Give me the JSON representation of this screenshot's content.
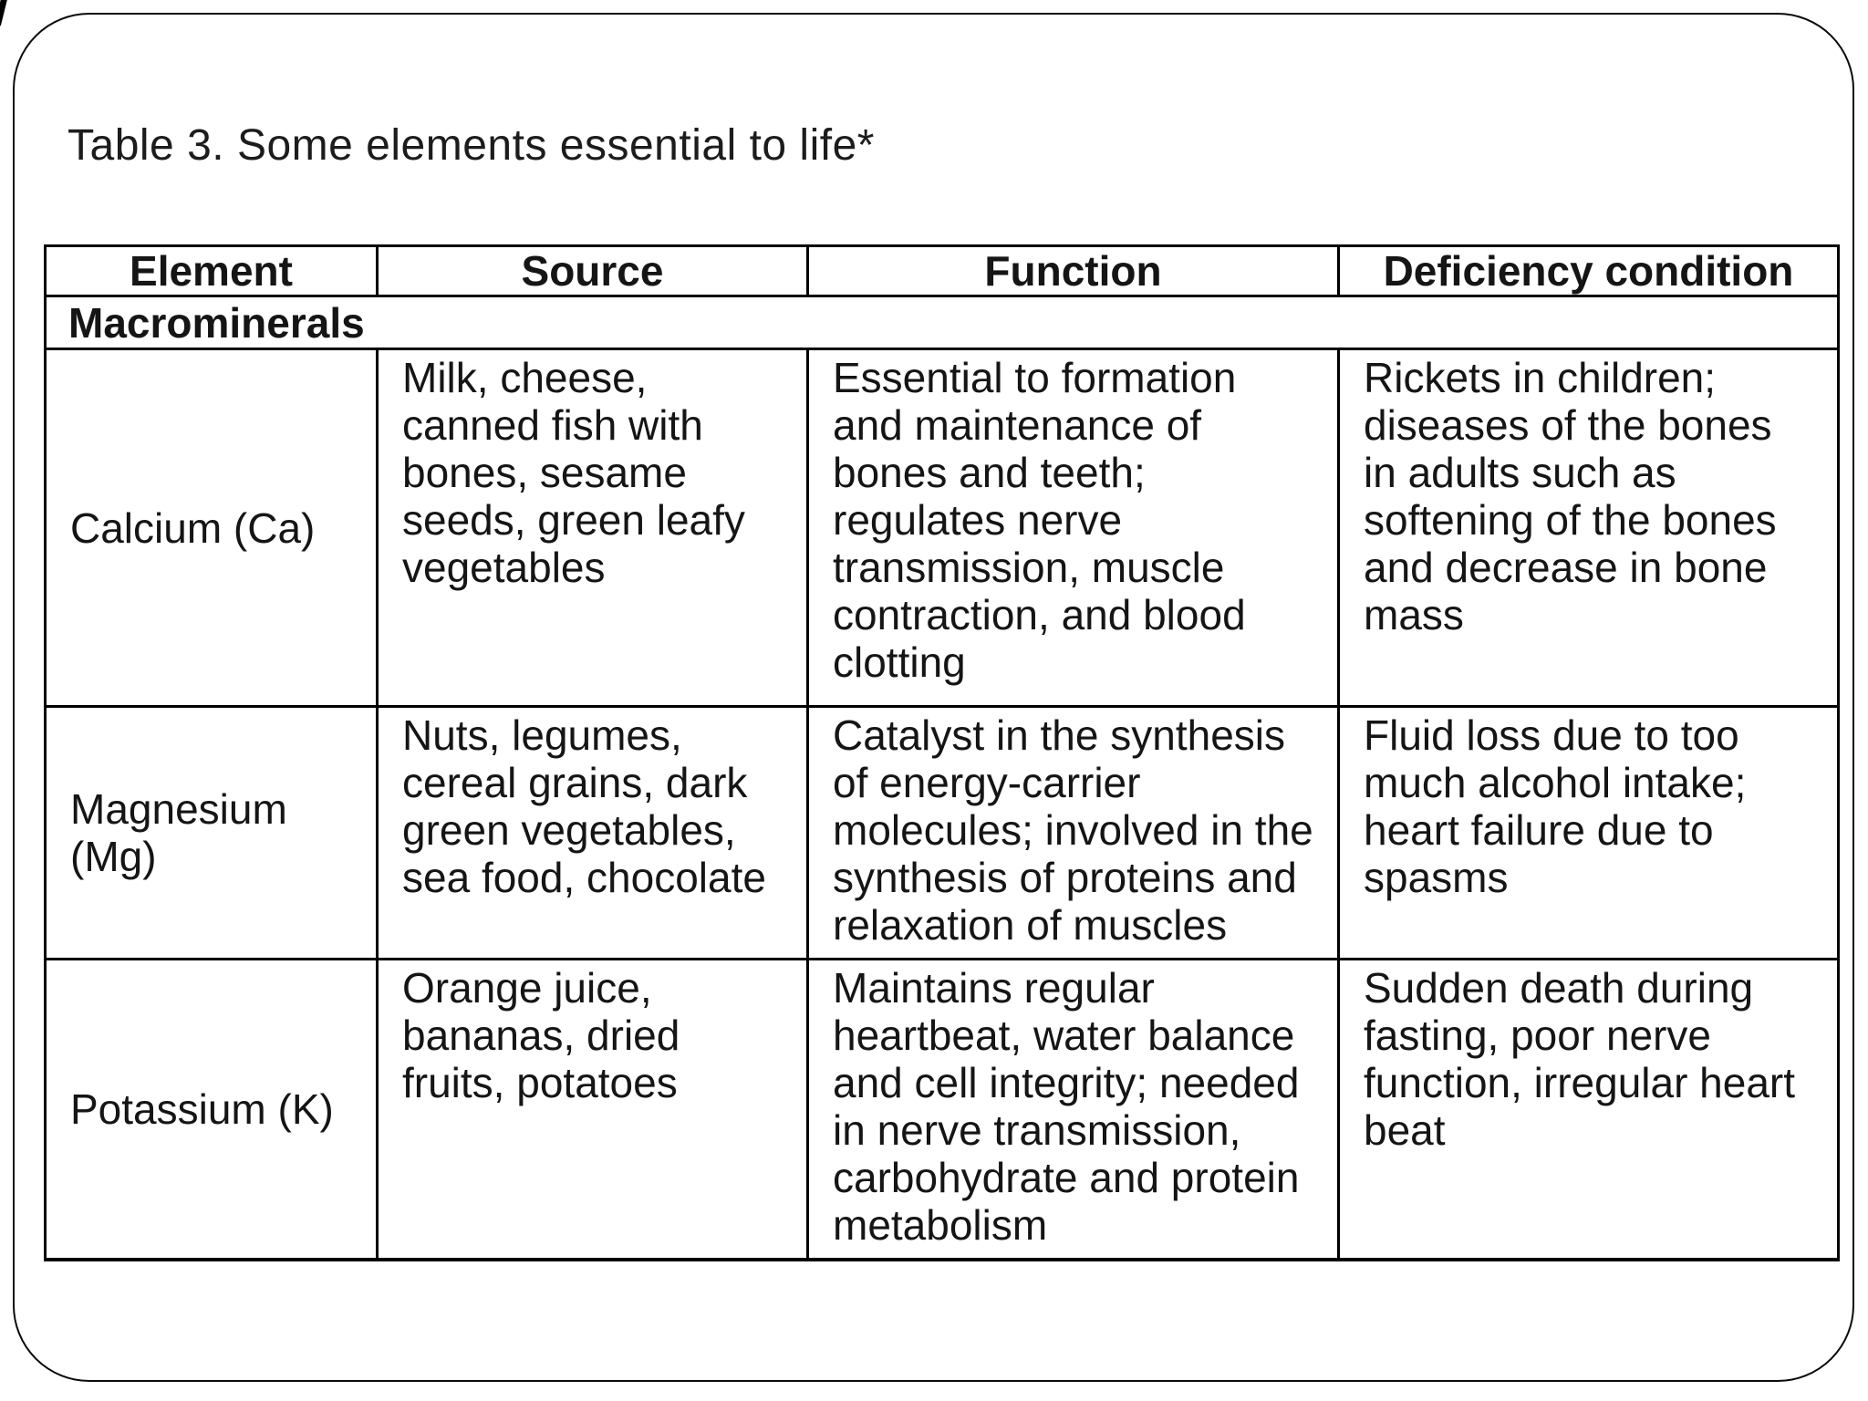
{
  "colors": {
    "background": "#ffffff",
    "text": "#151515",
    "border": "#000000"
  },
  "title": "Table 3. Some elements essential to life*",
  "table": {
    "headers": [
      "Element",
      "Source",
      "Function",
      "Deficiency condition"
    ],
    "section_header": "Macrominerals",
    "rows": [
      {
        "element": "Calcium (Ca)",
        "source": "Milk, cheese, canned fish with bones, sesame seeds, green leafy vegetables",
        "function": "Essential to formation and maintenance of bones and teeth; regulates nerve transmission, muscle contraction, and blood clotting",
        "deficiency": "Rickets in children; diseases of the bones in adults such as softening of the bones and decrease in bone mass"
      },
      {
        "element": "Magnesium (Mg)",
        "source": "Nuts, legumes, cereal grains, dark green vegetables, sea food, chocolate",
        "function": "Catalyst in the synthesis of energy-carrier molecules; involved in the synthesis of proteins and relaxation of muscles",
        "deficiency": "Fluid loss due to too much alcohol intake; heart failure due to spasms"
      },
      {
        "element": "Potassium (K)",
        "source": "Orange juice, bananas, dried fruits, potatoes",
        "function": "Maintains regular heartbeat, water balance and cell integrity; needed in nerve transmission, carbohydrate and protein metabolism",
        "deficiency": "Sudden death during fasting, poor nerve function, irregular heart beat"
      }
    ]
  }
}
